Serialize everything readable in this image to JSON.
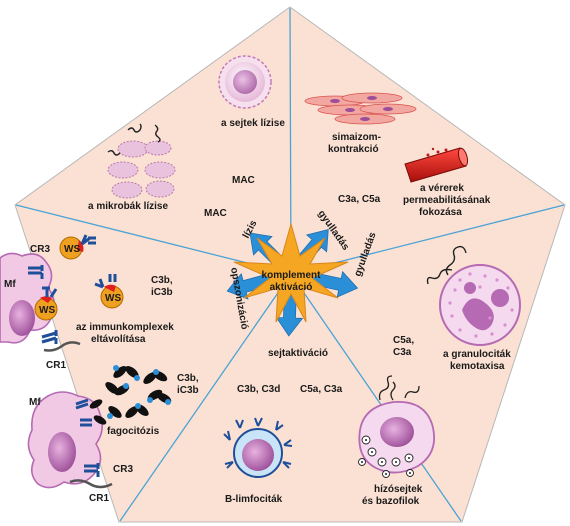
{
  "center": {
    "line1": "komplement",
    "line2": "aktiváció"
  },
  "arrows": {
    "lizis": "lízis",
    "gyulladas_top": "gyulladás",
    "gyulladas_right": "gyulladás",
    "sejtaktivacio": "sejtaktiváció",
    "opszonizacio": "opszonizáció"
  },
  "segments": {
    "top_left": {
      "cell_lysis": "a sejtek lízise",
      "microbe_lysis": "a mikrobák lízise",
      "mac1": "MAC",
      "mac2": "MAC"
    },
    "top_right": {
      "smooth_muscle_line1": "simaizom-",
      "smooth_muscle_line2": "kontrakció",
      "c3a_c5a": "C3a, C5a",
      "vessel_line1": "a vérerek",
      "vessel_line2": "permeabilitásának",
      "vessel_line3": "fokozása"
    },
    "right": {
      "c5a": "C5a,",
      "c3a": "C3a",
      "gran_line1": "a granulociták",
      "gran_line2": "kemotaxisa"
    },
    "bottom": {
      "c3b_c3d": "C3b, C3d",
      "c5a_c3a": "C5a, C3a",
      "b_cells": "B-limfociták",
      "mast_line1": "hízósejtek",
      "mast_line2": "és bazofilok"
    },
    "left": {
      "cr3_top": "CR3",
      "mf_top": "Mf",
      "ws1": "WS",
      "ws2": "WS",
      "ws3": "WS",
      "c3b_ic3b_1_line1": "C3b,",
      "c3b_ic3b_1_line2": "iC3b",
      "immune_line1": "az immunkomplexek",
      "immune_line2": "eltávolítása",
      "cr1_top": "CR1",
      "c3b_ic3b_2_line1": "C3b,",
      "c3b_ic3b_2_line2": "iC3b",
      "mf_bottom": "Mf",
      "phago": "fagocitózis",
      "cr3_bottom": "CR3",
      "cr1_bottom": "CR1"
    }
  },
  "colors": {
    "pentagon_fill": "#fbe1d3",
    "divider": "#4aa3d6",
    "arrow": "#2b8fd8",
    "star": "#f5a623",
    "cell_pink": "#f2c9e4",
    "cell_purple": "#b56ab3",
    "red": "#e0201c",
    "ws_orange": "#f0a020",
    "receptor_blue": "#1f4f9a"
  }
}
